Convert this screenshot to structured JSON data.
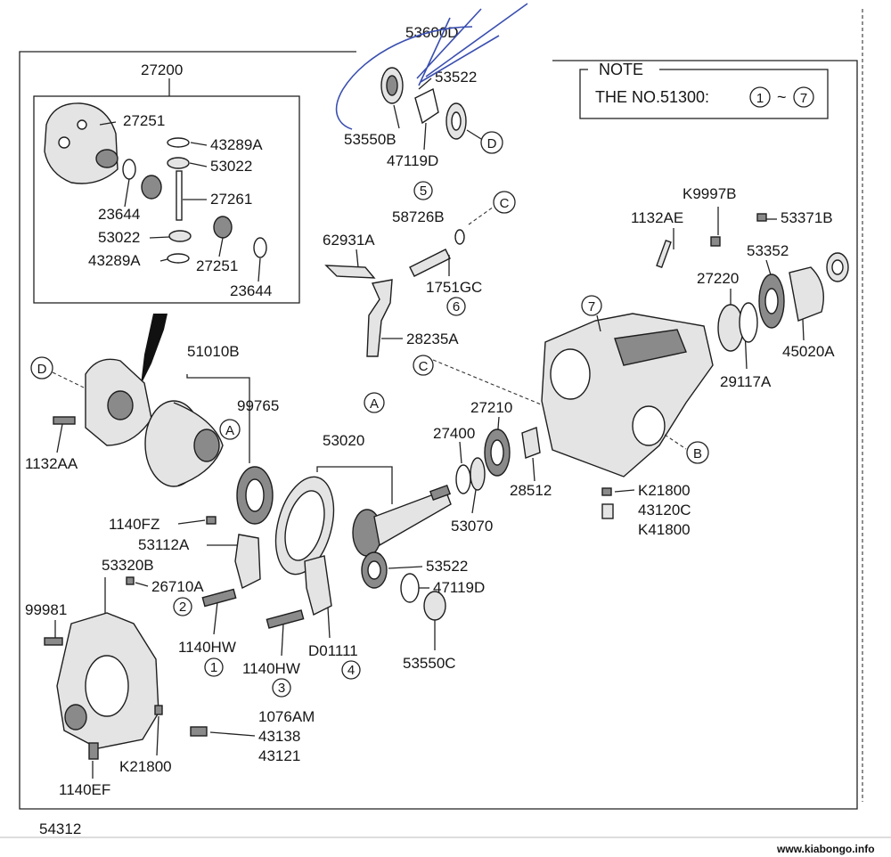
{
  "inset": {
    "title": "27200",
    "labels": {
      "p27251a": "27251",
      "p43289a": "43289A",
      "p53022a": "53022",
      "p27261": "27261",
      "p23644a": "23644",
      "p53022b": "53022",
      "p43289b": "43289A",
      "p27251b": "27251",
      "p23644b": "23644"
    }
  },
  "note": {
    "header": "NOTE",
    "text": "THE NO.51300:",
    "range_start": "1",
    "range_sep": "~",
    "range_end": "7"
  },
  "labels": {
    "p53600D": "53600D",
    "p53522top": "53522",
    "p53550B": "53550B",
    "p47119Dtop": "47119D",
    "p58726B": "58726B",
    "p62931A": "62931A",
    "p1751GC": "1751GC",
    "p28235A": "28235A",
    "p1132AE": "1132AE",
    "pK9997B": "K9997B",
    "p53371B": "53371B",
    "p53352": "53352",
    "p27220": "27220",
    "p45020A": "45020A",
    "p29117A": "29117A",
    "p51010B": "51010B",
    "p99765": "99765",
    "p1132AA": "1132AA",
    "p53020": "53020",
    "p27210": "27210",
    "p27400": "27400",
    "p28512": "28512",
    "p53070": "53070",
    "pK21800r": "K21800",
    "p43120C": "43120C",
    "pK41800": "K41800",
    "p1140FZ": "1140FZ",
    "p53112A": "53112A",
    "p53522mid": "53522",
    "p47119Dmid": "47119D",
    "p53550C": "53550C",
    "p53320B": "53320B",
    "p26710A": "26710A",
    "p99981": "99981",
    "p1140HWa": "1140HW",
    "p1140HWb": "1140HW",
    "pD01111": "D01111",
    "p1076AM": "1076AM",
    "p43138": "43138",
    "p43121": "43121",
    "pK21800l": "K21800",
    "p1140EF": "1140EF"
  },
  "callouts": {
    "c1": "1",
    "c2": "2",
    "c3": "3",
    "c4": "4",
    "c5": "5",
    "c6": "6",
    "c7": "7",
    "cA_mid": "A",
    "cA_left": "A",
    "cB": "B",
    "cC_top": "C",
    "cC_mid": "C",
    "cD_top": "D",
    "cD_left": "D"
  },
  "footer_text": "54312",
  "watermark": "www.kiabongo.info"
}
